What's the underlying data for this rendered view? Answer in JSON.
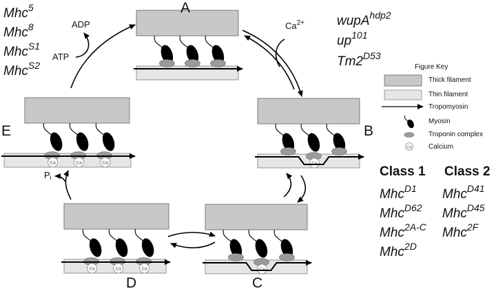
{
  "state_labels": [
    "A",
    "B",
    "C",
    "D",
    "E"
  ],
  "top_left_alleles": [
    {
      "base": "Mhc",
      "sup": "5"
    },
    {
      "base": "Mhc",
      "sup": "8"
    },
    {
      "base": "Mhc",
      "sup": "S1"
    },
    {
      "base": "Mhc",
      "sup": "S2"
    }
  ],
  "top_right_alleles": [
    {
      "base": "wupA",
      "sup": "hdp2"
    },
    {
      "base": "up",
      "sup": "101"
    },
    {
      "base": "Tm2",
      "sup": "D53"
    }
  ],
  "arrow_labels": {
    "adp": "ADP",
    "atp": "ATP",
    "ca_base": "Ca",
    "ca_sup": "2+",
    "pi_base": "P",
    "pi_sub": "i"
  },
  "calcium_glyph": "Ca",
  "figure_key": {
    "title": "Figure Key",
    "items": [
      {
        "icon": "thick-filament",
        "label": "Thick filament"
      },
      {
        "icon": "thin-filament",
        "label": "Thin filament"
      },
      {
        "icon": "tropomyosin",
        "label": "Tropomyosin"
      },
      {
        "icon": "myosin",
        "label": "Myosin"
      },
      {
        "icon": "troponin-complex",
        "label": "Troponin complex"
      },
      {
        "icon": "calcium",
        "label": "Calcium"
      }
    ]
  },
  "class1": {
    "title": "Class 1",
    "alleles": [
      {
        "base": "Mhc",
        "sup": "D1"
      },
      {
        "base": "Mhc",
        "sup": "D62"
      },
      {
        "base": "Mhc",
        "sup": "2A-C"
      },
      {
        "base": "Mhc",
        "sup": "2D"
      }
    ]
  },
  "class2": {
    "title": "Class 2",
    "alleles": [
      {
        "base": "Mhc",
        "sup": "D41"
      },
      {
        "base": "Mhc",
        "sup": "D45"
      },
      {
        "base": "Mhc",
        "sup": "2F"
      }
    ]
  },
  "colors": {
    "thick_filament": "#c8c8c8",
    "thin_filament": "#e6e6e6",
    "myosin": "#000000",
    "troponin": "#9a9a9a",
    "line": "#000000"
  }
}
